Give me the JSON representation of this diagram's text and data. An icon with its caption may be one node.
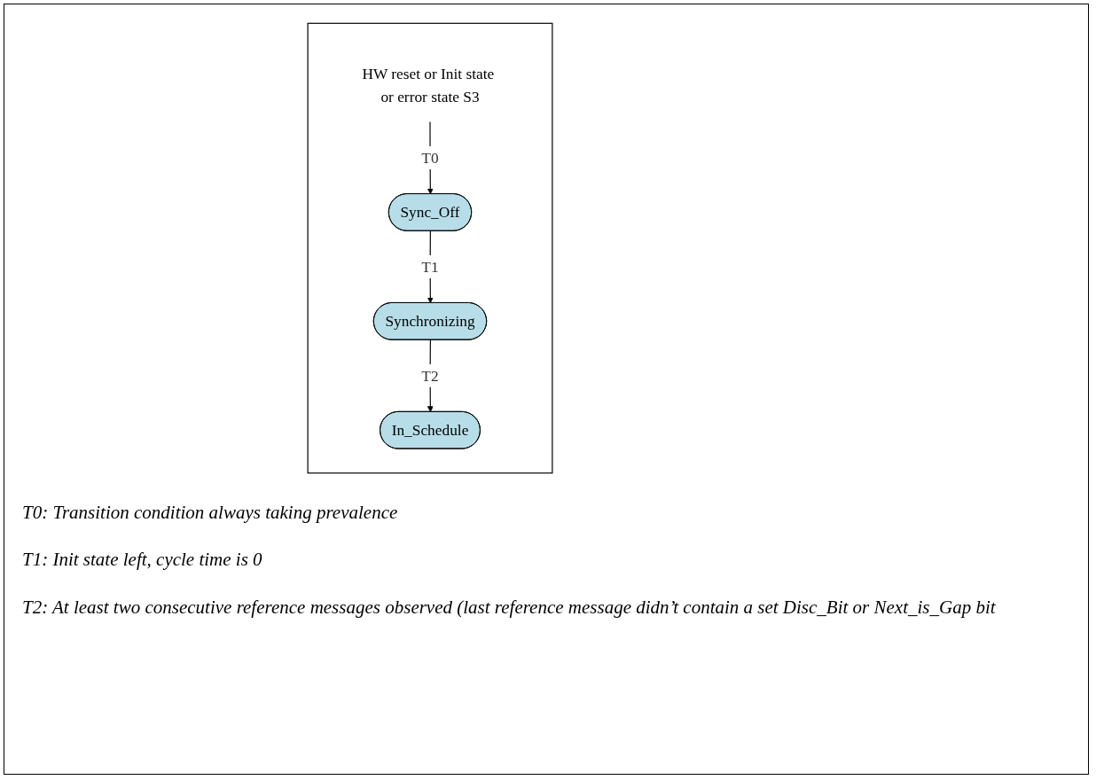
{
  "diagram": {
    "nodes": [
      {
        "text": [],
        "shape": "box"
      },
      {
        "text": [
          "HW reset or Init state or error state S3"
        ],
        "in": 0
      },
      {
        "text": [
          "Sync_Off"
        ],
        "in": 0
      },
      {
        "text": [
          "Synchronizing"
        ],
        "in": 0
      },
      {
        "text": [
          "In_Schedule"
        ],
        "in": 0
      }
    ],
    "edges": [
      {
        "from": 1,
        "to": 2,
        "arrow": "to",
        "label": "T0"
      },
      {
        "from": 2,
        "to": 3,
        "arrow": "to",
        "label": "T1"
      },
      {
        "from": 3,
        "to": 4,
        "arrow": "to",
        "label": "T2"
      }
    ],
    "labels": [
      "T0: Transition condition always taking prevalence",
      "T1: Init state left, cycle time is 0",
      "T2: At least two consecutive reference messages observed (last reference message didn’t contain a set Disc_Bit or Next_is_Gap bit"
    ]
  }
}
